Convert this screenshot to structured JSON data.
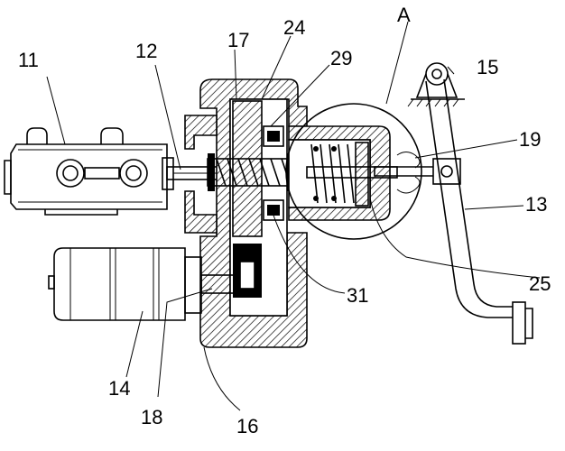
{
  "labels": {
    "l11": "11",
    "l12": "12",
    "l13": "13",
    "l14": "14",
    "l15": "15",
    "l16": "16",
    "l17": "17",
    "l18": "18",
    "l19": "19",
    "l24": "24",
    "l25": "25",
    "l29": "29",
    "l31": "31",
    "lA": "A"
  }
}
